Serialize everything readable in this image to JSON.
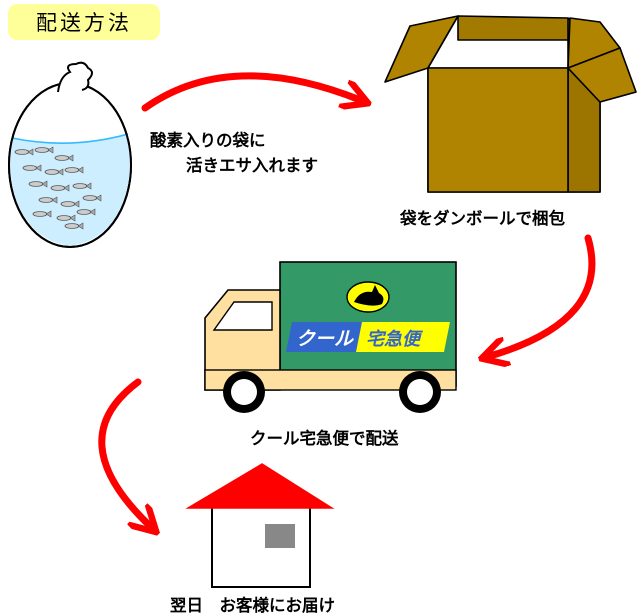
{
  "badge": {
    "text": "配送方法"
  },
  "steps": {
    "bag": {
      "line1": "酸素入りの袋に",
      "line2": "活きエサ入れます"
    },
    "box": {
      "caption": "袋をダンボールで梱包"
    },
    "truck": {
      "caption": "クール宅急便で配送",
      "brand_kana": "クール",
      "brand_kanji": "宅急便"
    },
    "house": {
      "caption": "翌日　お客様にお届け"
    }
  },
  "colors": {
    "arrow": "#ff0000",
    "box": "#b08400",
    "truck_cargo": "#339966",
    "truck_cab": "#ffe0a0",
    "house_roof": "#ff0000",
    "water": "#cceeff",
    "badge": "#ffff99"
  },
  "icons": [
    "plastic-bag-icon",
    "cardboard-box-icon",
    "delivery-truck-icon",
    "black-cat-logo-icon",
    "house-icon"
  ]
}
